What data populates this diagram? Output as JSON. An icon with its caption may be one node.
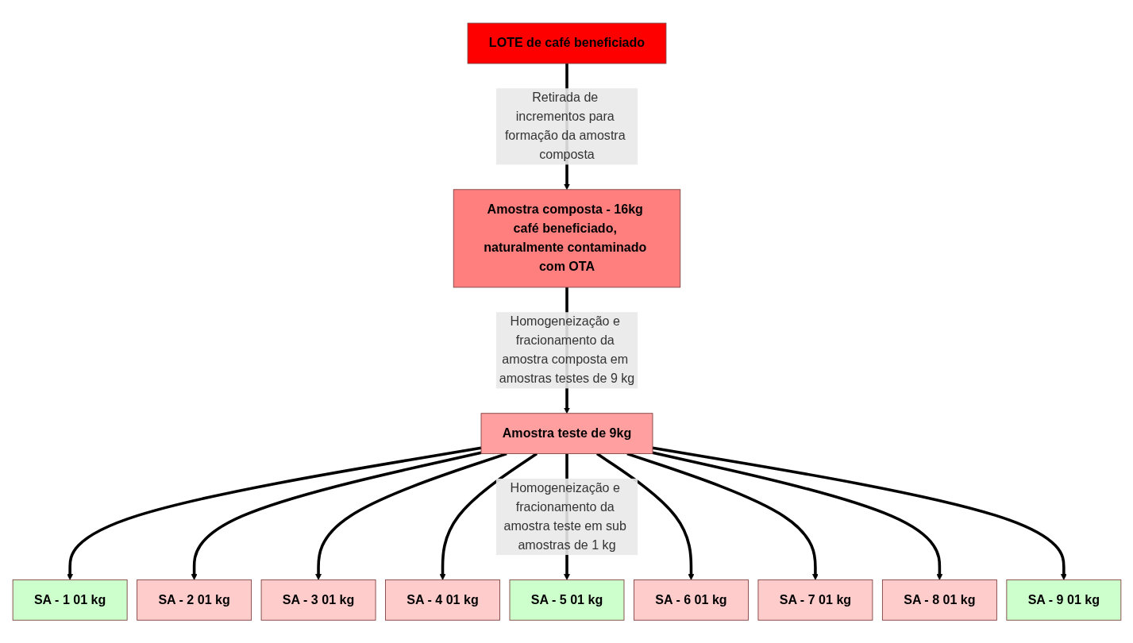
{
  "diagram": {
    "nodes": [
      {
        "text": [
          "LOTE de café beneficiado"
        ]
      },
      {
        "text": [
          "Amostra composta - 16kg café beneficiado, naturalmente contaminado com OTA"
        ]
      },
      {
        "text": [
          "Amostra teste de 9kg"
        ]
      },
      {
        "text": [
          "SA - 1 01 kg"
        ]
      },
      {
        "text": [
          "SA - 2 01 kg"
        ]
      },
      {
        "text": [
          "SA - 3 01 kg"
        ]
      },
      {
        "text": [
          "SA - 4 01 kg"
        ]
      },
      {
        "text": [
          "SA - 5 01 kg"
        ]
      },
      {
        "text": [
          "SA - 6 01 kg"
        ]
      },
      {
        "text": [
          "SA - 7 01 kg"
        ]
      },
      {
        "text": [
          "SA - 8 01 kg"
        ]
      },
      {
        "text": [
          "SA - 9 01 kg"
        ]
      }
    ],
    "edges": [
      {
        "from": 0,
        "to": 1,
        "arrow": "to",
        "label": "Retirada de incrementos para formação da amostra composta"
      },
      {
        "from": 1,
        "to": 2,
        "arrow": "to",
        "label": "Homogeneização e fracionamento da amostra composta em amostras testes de 9 kg"
      },
      {
        "from": 2,
        "to": 3,
        "arrow": "to"
      },
      {
        "from": 2,
        "to": 4,
        "arrow": "to"
      },
      {
        "from": 2,
        "to": 5,
        "arrow": "to"
      },
      {
        "from": 2,
        "to": 6,
        "arrow": "to"
      },
      {
        "from": 2,
        "to": 7,
        "arrow": "to",
        "label": "Homogeneização e fracionamento da amostra teste em sub amostras de 1 kg"
      },
      {
        "from": 2,
        "to": 8,
        "arrow": "to"
      },
      {
        "from": 2,
        "to": 9,
        "arrow": "to"
      },
      {
        "from": 2,
        "to": 10,
        "arrow": "to"
      },
      {
        "from": 2,
        "to": 11,
        "arrow": "to"
      }
    ]
  }
}
